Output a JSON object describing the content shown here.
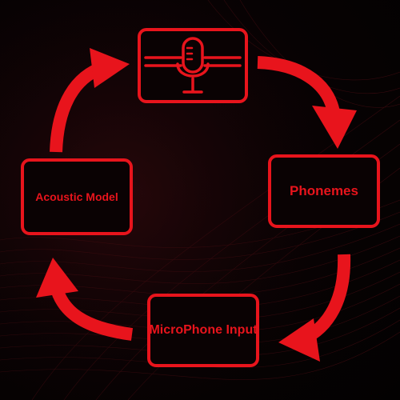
{
  "diagram": {
    "nodes": {
      "recording": {
        "icon": "microphone-icon"
      },
      "phonemes": {
        "label": "Phonemes"
      },
      "microphone_input": {
        "label": "MicroPhone Input"
      },
      "acoustic_model": {
        "label": "Acoustic Model"
      }
    },
    "flow": "clockwise",
    "accent_color": "#e8141c",
    "background_color": "#050505"
  }
}
